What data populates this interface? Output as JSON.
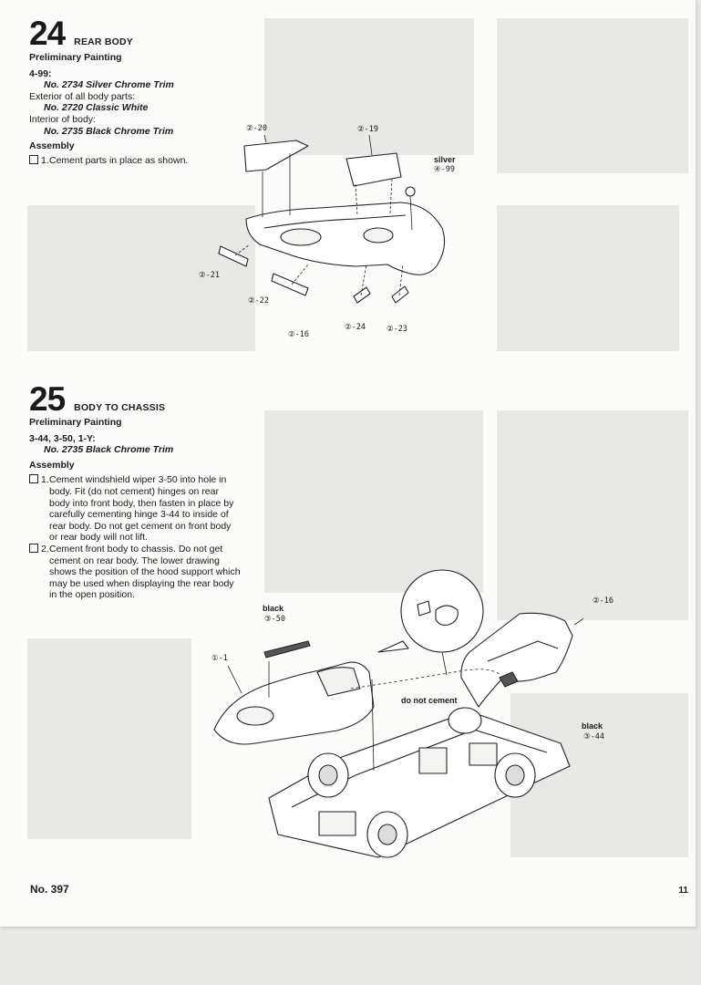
{
  "step24": {
    "number": "24",
    "title": "REAR BODY",
    "prelim_heading": "Preliminary Painting",
    "paints": [
      {
        "target": "4-99:",
        "paint": "No. 2734 Silver Chrome Trim"
      },
      {
        "target": "Exterior of all body parts:",
        "paint": "No. 2720 Classic White"
      },
      {
        "target": "Interior of body:",
        "paint": "No. 2735 Black Chrome Trim"
      }
    ],
    "assembly_heading": "Assembly",
    "items": [
      {
        "label": "1.",
        "text": "Cement parts in place as shown."
      }
    ],
    "diagram": {
      "callouts": [
        "②-20",
        "②-19",
        "②-21",
        "②-22",
        "②-16",
        "②-24",
        "②-23"
      ],
      "silver_label": "silver",
      "silver_part": "④-99"
    }
  },
  "step25": {
    "number": "25",
    "title": "BODY TO CHASSIS",
    "prelim_heading": "Preliminary Painting",
    "paint_target": "3-44, 3-50, 1-Y:",
    "paint": "No. 2735 Black Chrome Trim",
    "assembly_heading": "Assembly",
    "items": [
      {
        "label": "1.",
        "text": "Cement windshield wiper 3-50 into hole in body. Fit (do not cement) hinges on rear body into front body, then fasten in place by carefully cementing hinge 3-44 to inside of rear body. Do not get cement on front body or rear body will not lift."
      },
      {
        "label": "2.",
        "text": "Cement front body to chassis. Do not get cement on rear body. The lower drawing shows the position of the hood support which may be used when displaying the rear body in the open position."
      }
    ],
    "diagram": {
      "black_label": "black",
      "wiper_part": "③-50",
      "front_body_part": "①-1",
      "rear_body_part": "②-16",
      "hinge_label": "black",
      "hinge_part": "③-44",
      "do_not_cement": "do not cement"
    }
  },
  "footer": {
    "kit_number": "No. 397",
    "page_number": "11"
  }
}
